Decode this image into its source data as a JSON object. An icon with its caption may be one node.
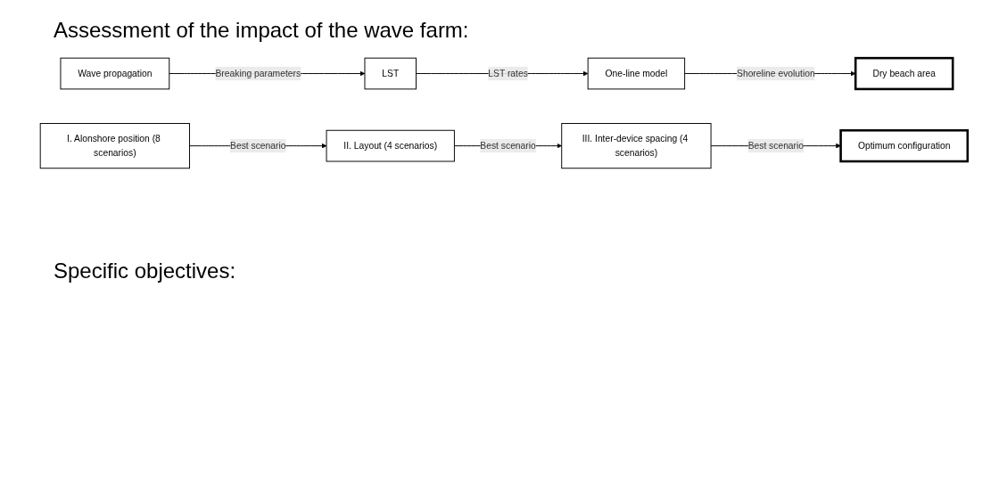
{
  "diagram": {
    "nodes": [
      {
        "text": [
          "Wave propagation"
        ]
      },
      {
        "text": [
          "LST"
        ]
      },
      {
        "text": [
          "One-line model"
        ]
      },
      {
        "text": [
          "Dry beach area"
        ]
      },
      {
        "text": [
          "I. Alonshore position (8 scenarios)"
        ]
      },
      {
        "text": [
          "II. Layout (4 scenarios)"
        ]
      },
      {
        "text": [
          "III. Inter-device spacing (4 scenarios)"
        ]
      },
      {
        "text": [
          "Optimum configuration"
        ]
      }
    ],
    "edges": [
      {
        "from": 0,
        "to": 1,
        "arrow": "to",
        "label": "Breaking parameters"
      },
      {
        "from": 1,
        "to": 2,
        "arrow": "to",
        "label": "LST rates"
      },
      {
        "from": 2,
        "to": 3,
        "arrow": "to",
        "label": "Shoreline evolution"
      },
      {
        "from": 4,
        "to": 5,
        "arrow": "to",
        "label": "Best scenario"
      },
      {
        "from": 5,
        "to": 6,
        "arrow": "to",
        "label": "Best scenario"
      },
      {
        "from": 6,
        "to": 7,
        "arrow": "to",
        "label": "Best scenario"
      }
    ],
    "labels": [
      "Assessment of the impact of the wave farm:",
      "Specific objectives:"
    ]
  }
}
